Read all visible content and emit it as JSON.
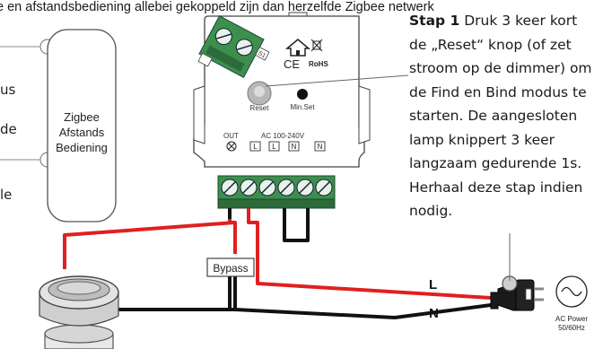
{
  "top_text": "e en afstandsbediening allebei gekoppeld zijn dan herzelfde Zigbee netwerk",
  "left_fragments": [
    "us",
    "de",
    "le"
  ],
  "remote": {
    "lines": [
      "Zigbee",
      "Afstands",
      "Bediening"
    ]
  },
  "module": {
    "reset_label": "Reset",
    "minset_label": "Min.Set",
    "out_label": "OUT",
    "ac_label": "AC 100-240V",
    "terminal_labels": [
      "L",
      "L",
      "N",
      "N"
    ],
    "s1_label": "S1",
    "ce_label": "CE",
    "rohs_label": "RoHS"
  },
  "bypass_label": "Bypass",
  "l_label": "L",
  "n_label": "N",
  "ac_power": [
    "AC Power",
    "50/60Hz"
  ],
  "step": {
    "title": "Stap 1",
    "line1": " Druk 3 keer kort",
    "lines": [
      "de „Reset“ knop (of zet",
      "stroom op de dimmer) om",
      "de Find en Bind modus te",
      "starten. De aangesloten",
      "lamp knippert 3 keer",
      "langzaam gedurende 1s.",
      "Herhaal deze stap indien",
      "nodig."
    ]
  },
  "colors": {
    "live_wire": "#e02020",
    "neutral_wire": "#111111",
    "terminal_green": "#3d8f4e",
    "module_fill": "#ffffff"
  }
}
